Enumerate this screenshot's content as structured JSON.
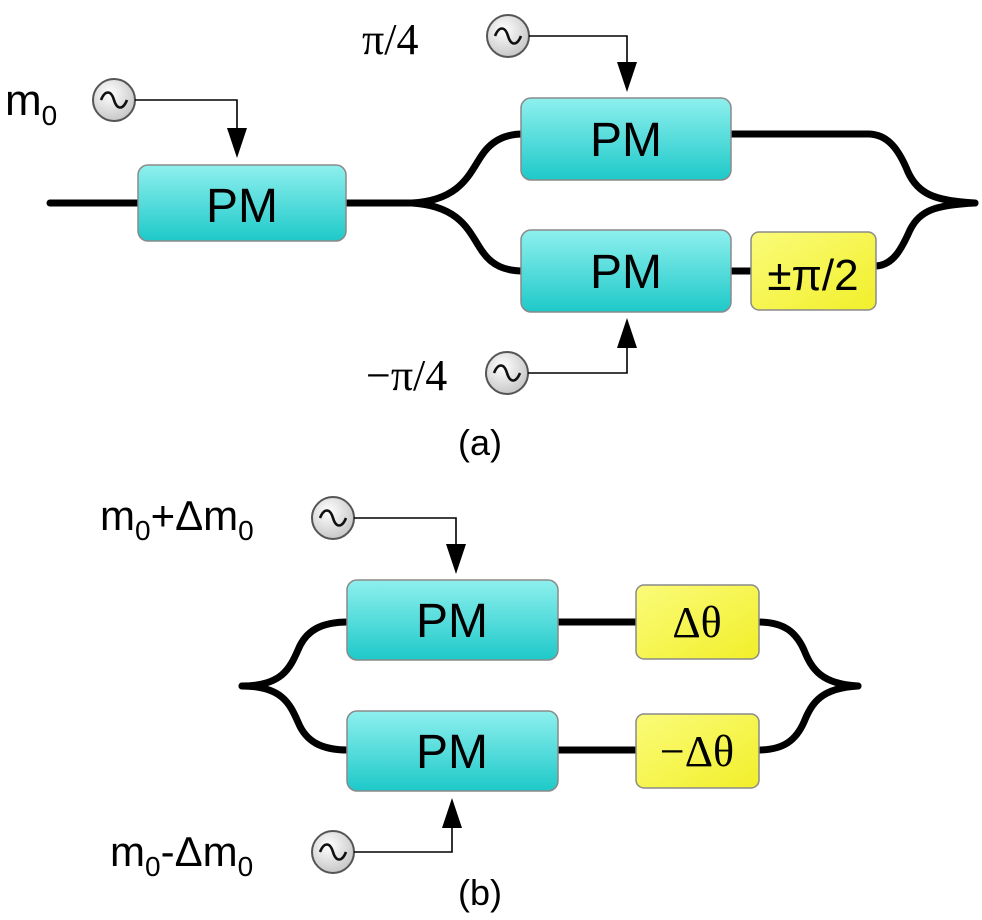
{
  "colors": {
    "pm_fill_top": "#8ef0ee",
    "pm_fill_bottom": "#1ec9c9",
    "phase_fill_top": "#fbfb7a",
    "phase_fill_bottom": "#f1ef2a",
    "waveguide": "#000000",
    "source_fill": "#e2e2e2"
  },
  "icons": {
    "rf_source": "sine-wave-source-icon",
    "arrow": "arrowhead-down-icon"
  },
  "panel_a": {
    "caption": "(a)",
    "source_m0": {
      "label": "m",
      "sub": "0"
    },
    "source_upper": {
      "label": "π/4"
    },
    "source_lower": {
      "label": "−π/4"
    },
    "input_pm": "PM",
    "upper_pm": "PM",
    "lower_pm": "PM",
    "phase_shift": "±π/2"
  },
  "panel_b": {
    "caption": "(b)",
    "source_upper": {
      "m": "m",
      "sub1": "0",
      "op": "+Δm",
      "sub2": "0"
    },
    "source_lower": {
      "m": "m",
      "sub1": "0",
      "op": "-Δm",
      "sub2": "0"
    },
    "upper_pm": "PM",
    "lower_pm": "PM",
    "upper_phase": "Δθ",
    "lower_phase": "−Δθ"
  }
}
